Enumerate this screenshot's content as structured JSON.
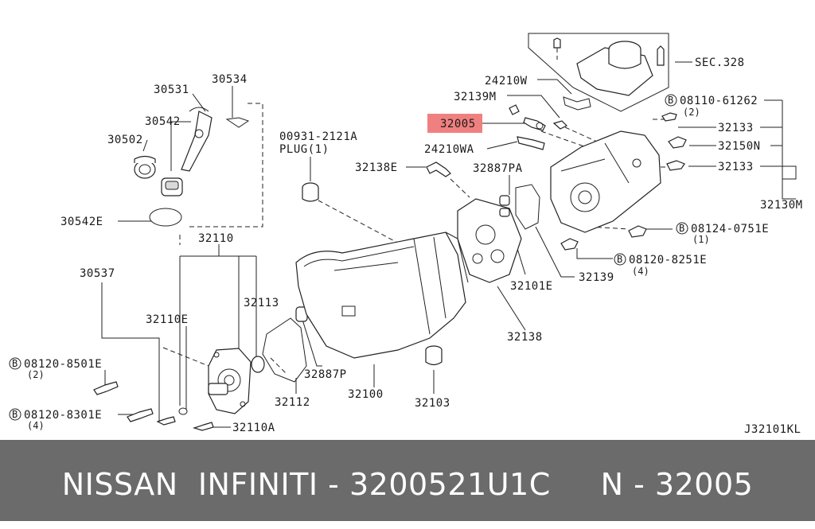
{
  "diagram": {
    "drawing_code": "J32101KL",
    "highlight_color": "#f08080",
    "callouts": {
      "p30531": "30531",
      "p30534": "30534",
      "p30542": "30542",
      "p30502": "30502",
      "p30542E": "30542E",
      "p32110": "32110",
      "p30537": "30537",
      "p32113": "32113",
      "p32110E": "32110E",
      "b08120_8501E": "08120-8501E",
      "b08120_8501E_qty": "(2)",
      "b08120_8301E": "08120-8301E",
      "b08120_8301E_qty": "(4)",
      "p32110A": "32110A",
      "p32112": "32112",
      "p32887P": "32887P",
      "p32100": "32100",
      "p32103": "32103",
      "p00931_2121A": "00931-2121A",
      "plug": "PLUG(1)",
      "p32138E": "32138E",
      "p24210WA": "24210WA",
      "p32005": "32005",
      "p32139M": "32139M",
      "p24210W": "24210W",
      "sec328": "SEC.328",
      "b08110_61262": "08110-61262",
      "b08110_61262_qty": "(2)",
      "p32133a": "32133",
      "p32150N": "32150N",
      "p32133b": "32133",
      "p32130M": "32130M",
      "p32887PA": "32887PA",
      "b08124_0751E": "08124-0751E",
      "b08124_0751E_qty": "(1)",
      "b08120_8251E": "08120-8251E",
      "b08120_8251E_qty": "(4)",
      "p32139": "32139",
      "p32101E": "32101E",
      "p32138": "32138",
      "bolt_symbol": "B"
    }
  },
  "banner": {
    "text": "NISSAN  INFINITI - 3200521U1C     N - 32005",
    "background": "#6b6b6b"
  }
}
